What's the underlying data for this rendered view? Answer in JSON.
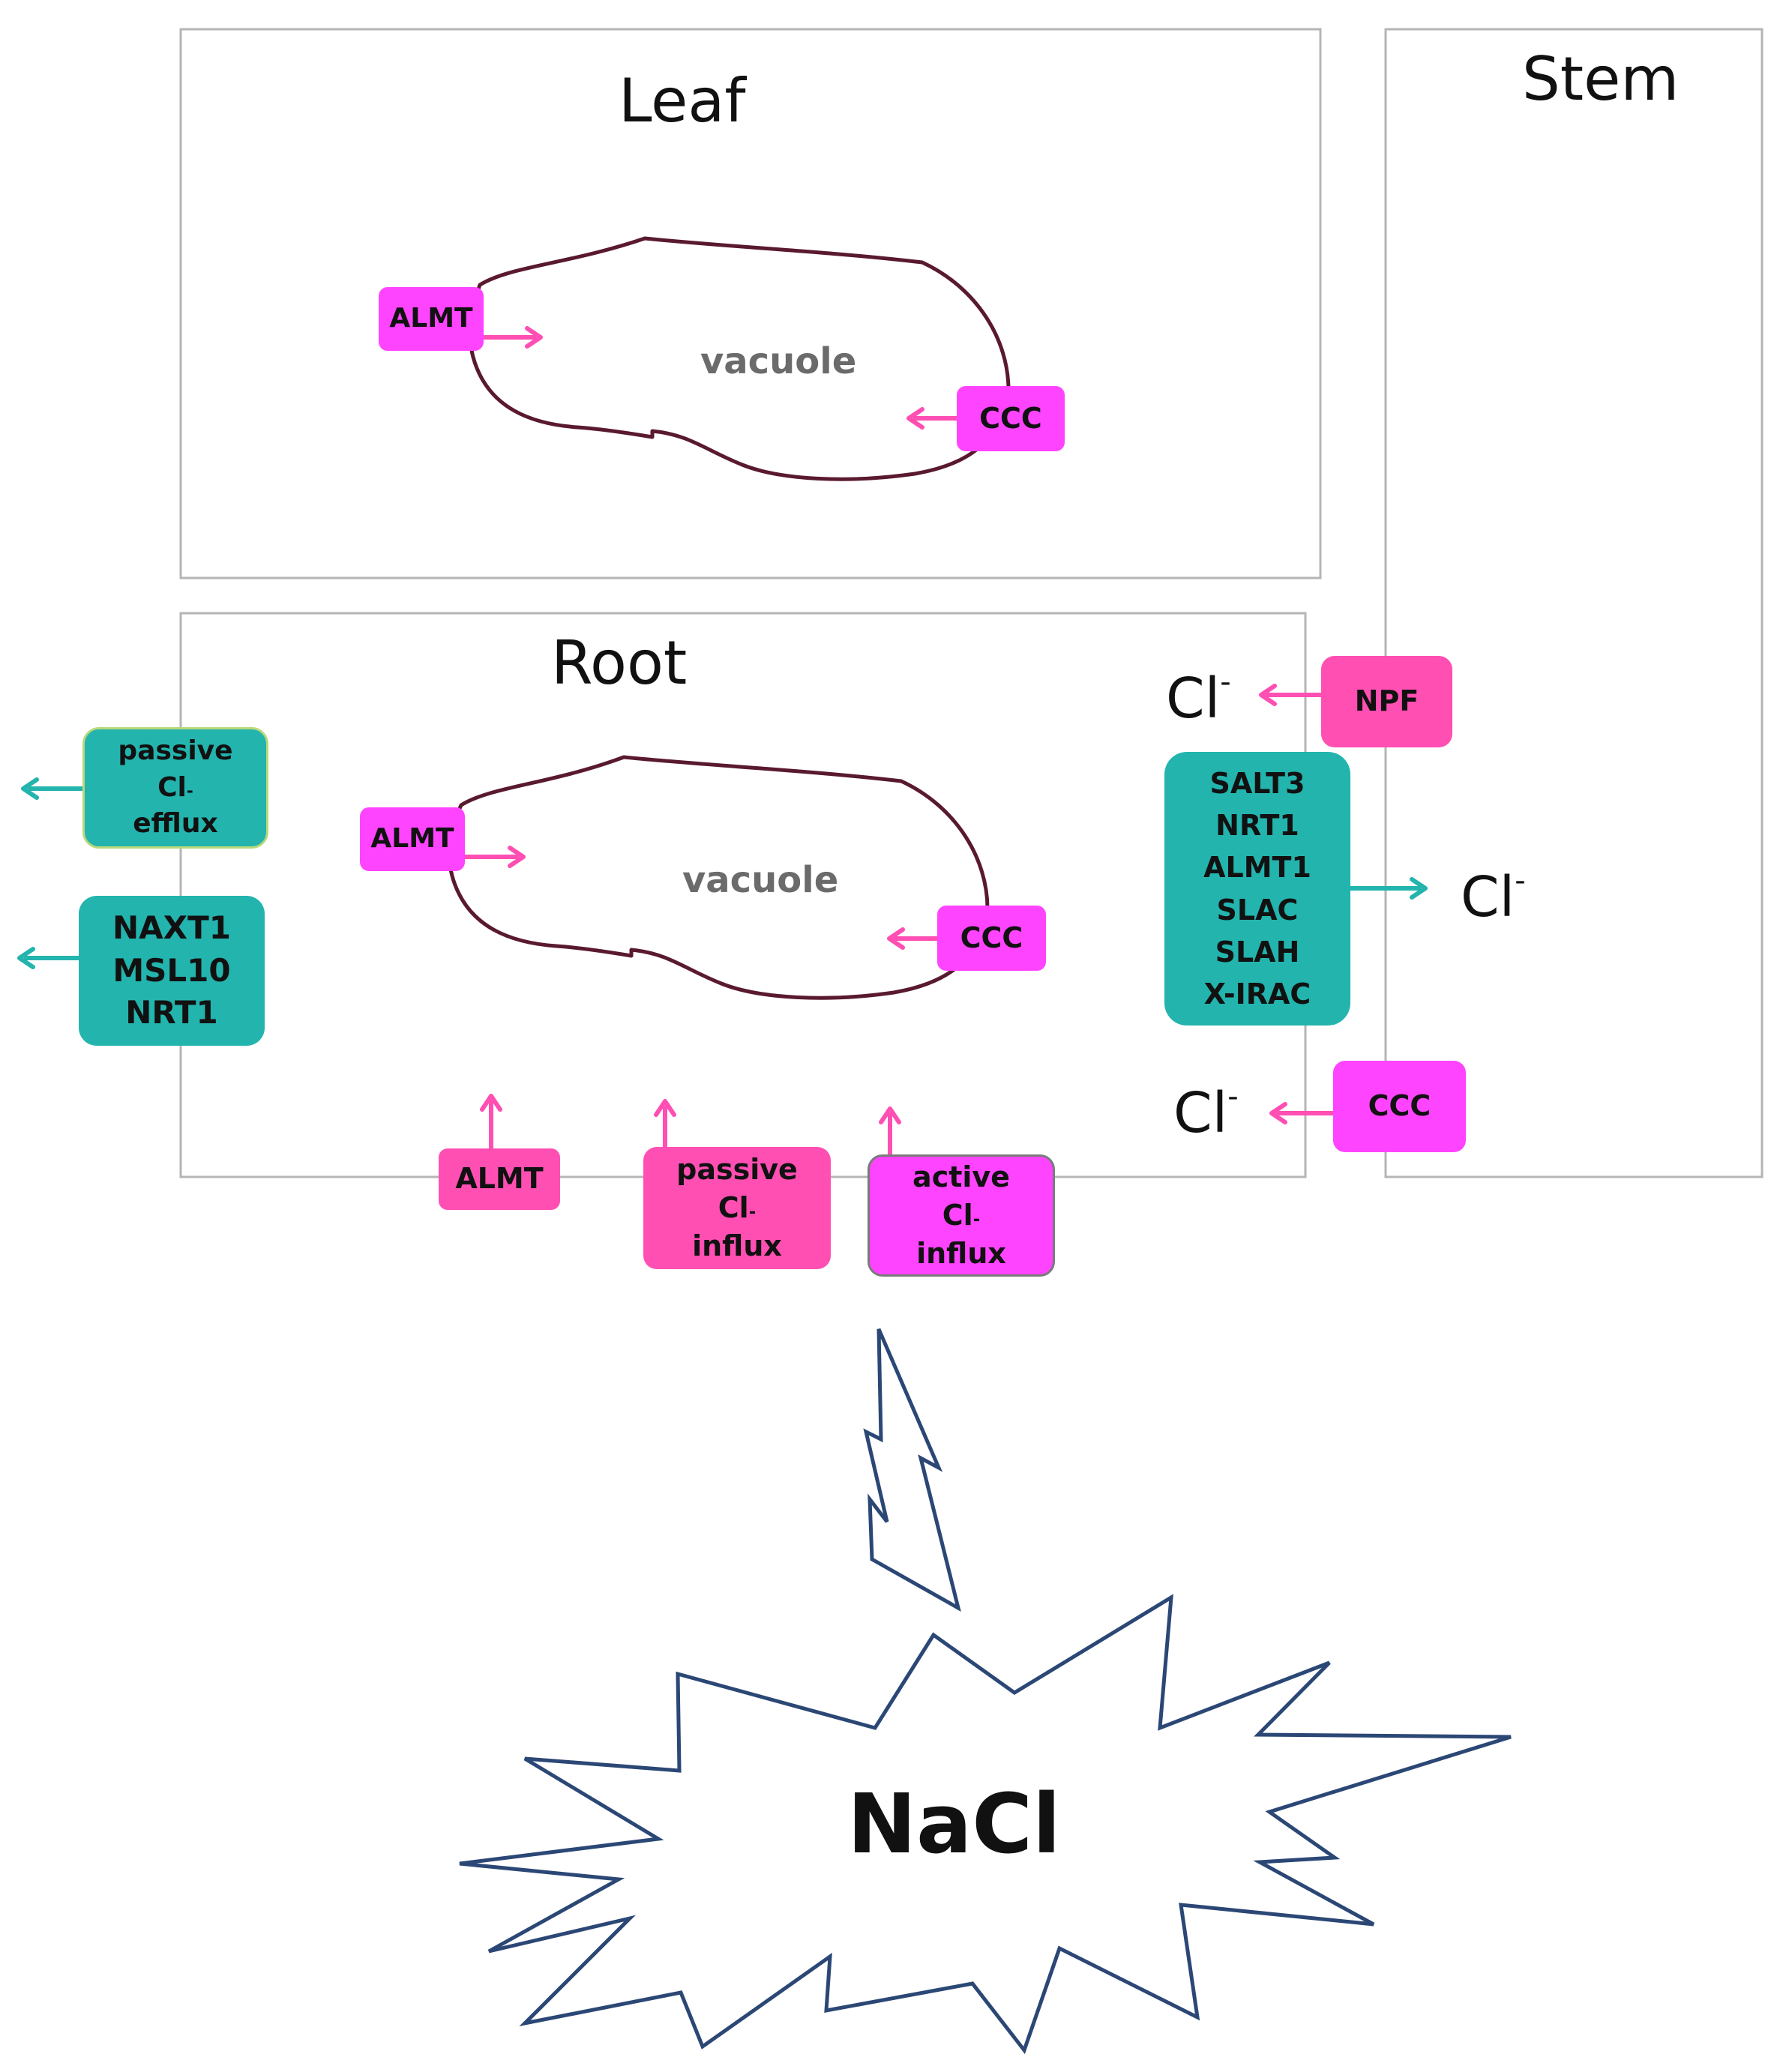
{
  "regions": {
    "leaf": "Leaf",
    "stem": "Stem",
    "root": "Root"
  },
  "leaf_cell": {
    "vacuole": "vacuole",
    "almt": "ALMT",
    "ccc": "CCC"
  },
  "root_cell": {
    "vacuole": "vacuole",
    "almt": "ALMT",
    "ccc": "CCC"
  },
  "root_membrane": {
    "almt": "ALMT",
    "passive_influx": [
      "passive",
      "Cl",
      "influx"
    ],
    "active_influx": [
      "active",
      "Cl",
      "influx"
    ]
  },
  "root_efflux": {
    "passive_efflux": [
      "passive",
      "Cl",
      "efflux"
    ],
    "naxt_group": [
      "NAXT1",
      "MSL10",
      "NRT1"
    ]
  },
  "xylem_loading": {
    "npf": "NPF",
    "ccc": "CCC",
    "channel_group": [
      "SALT3",
      "NRT1",
      "ALMT1",
      "SLAC",
      "SLAH",
      "X-IRAC"
    ],
    "ion": "Cl",
    "ion_charge": "-"
  },
  "stress": "NaCl",
  "colors": {
    "magenta": "#ff44ff",
    "pink": "#ff4fb3",
    "teal": "#23b4ae",
    "vacuole_outline": "#5a1a2e",
    "arrow_pink": "#ff4fb3",
    "arrow_teal": "#23b4ae",
    "bolt_outline": "#2b4775"
  }
}
